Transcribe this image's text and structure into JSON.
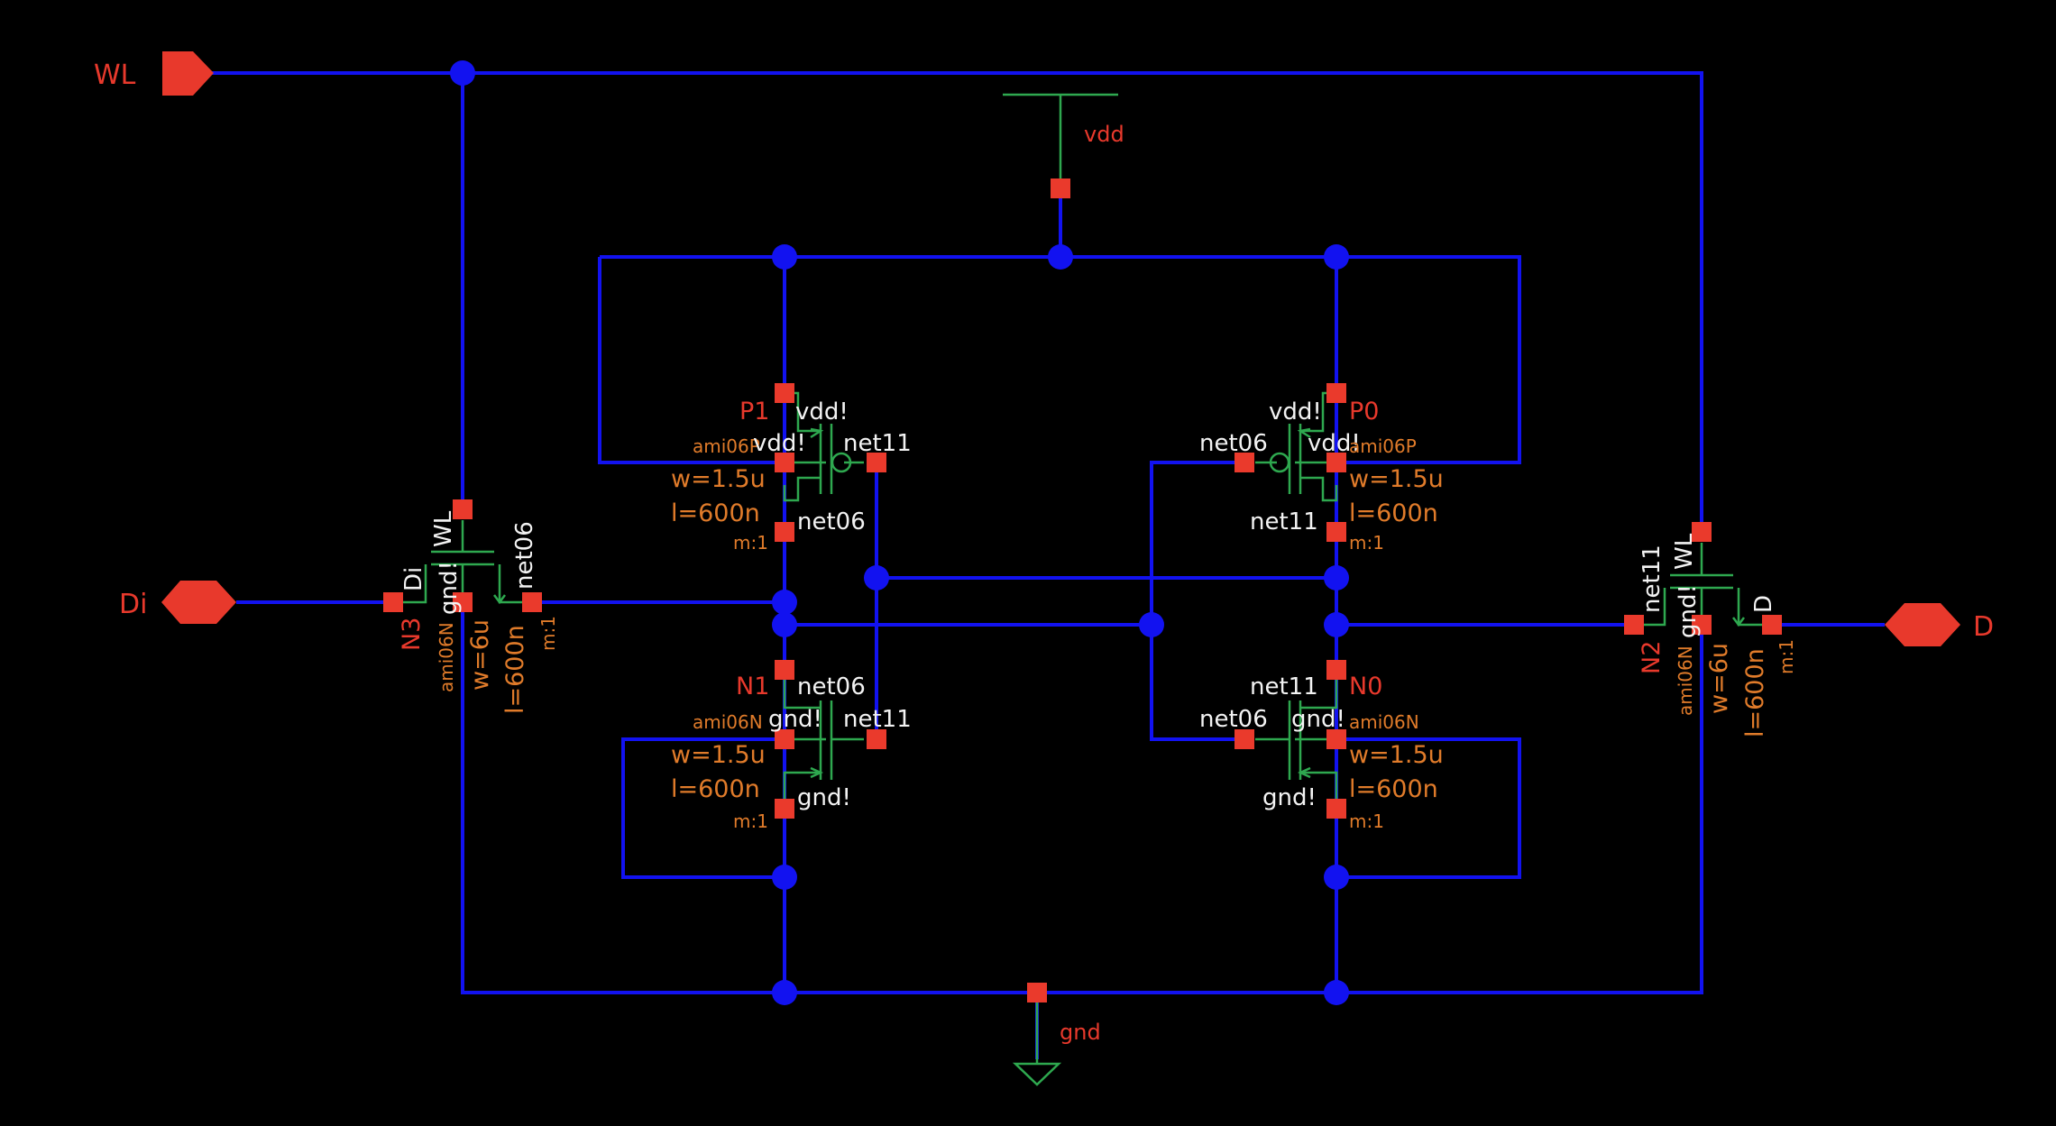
{
  "title": "6T SRAM cell schematic",
  "colors": {
    "background": "#000000",
    "wire": "#1212f0",
    "pin": "#ea3a2c",
    "device": "#2ea84f",
    "params": "#e07b2a",
    "labels": "#e8392c",
    "terminal_text": "#f3f3f3"
  },
  "ports": {
    "wl": "WL",
    "di": "Di",
    "d": "D"
  },
  "supplies": {
    "vdd": "vdd",
    "gnd": "gnd"
  },
  "devices": {
    "p1": {
      "name": "P1",
      "model": "ami06P",
      "w": "w=1.5u",
      "l": "l=600n",
      "m": "m:1",
      "t_source": "vdd!",
      "t_bulk": "vdd!",
      "t_gate": "net11",
      "t_drain": "net06"
    },
    "p0": {
      "name": "P0",
      "model": "ami06P",
      "w": "w=1.5u",
      "l": "l=600n",
      "m": "m:1",
      "t_source": "vdd!",
      "t_bulk": "vdd!",
      "t_gate": "net06",
      "t_drain": "net11"
    },
    "n1": {
      "name": "N1",
      "model": "ami06N",
      "w": "w=1.5u",
      "l": "l=600n",
      "m": "m:1",
      "t_drain": "net06",
      "t_bulk": "gnd!",
      "t_gate": "net11",
      "t_source": "gnd!"
    },
    "n0": {
      "name": "N0",
      "model": "ami06N",
      "w": "w=1.5u",
      "l": "l=600n",
      "m": "m:1",
      "t_drain": "net11",
      "t_gate": "net06",
      "t_bulk": "gnd!",
      "t_source": "gnd!"
    },
    "n3": {
      "name": "N3",
      "model": "ami06N",
      "w": "w=6u",
      "l": "l=600n",
      "m": "m:1",
      "t_gate": "WL",
      "t_left": "Di",
      "t_bulk": "gnd!",
      "t_right": "net06"
    },
    "n2": {
      "name": "N2",
      "model": "ami06N",
      "w": "w=6u",
      "l": "l=600n",
      "m": "m:1",
      "t_gate": "WL",
      "t_left": "net11",
      "t_bulk": "gnd!",
      "t_right": "D"
    }
  }
}
